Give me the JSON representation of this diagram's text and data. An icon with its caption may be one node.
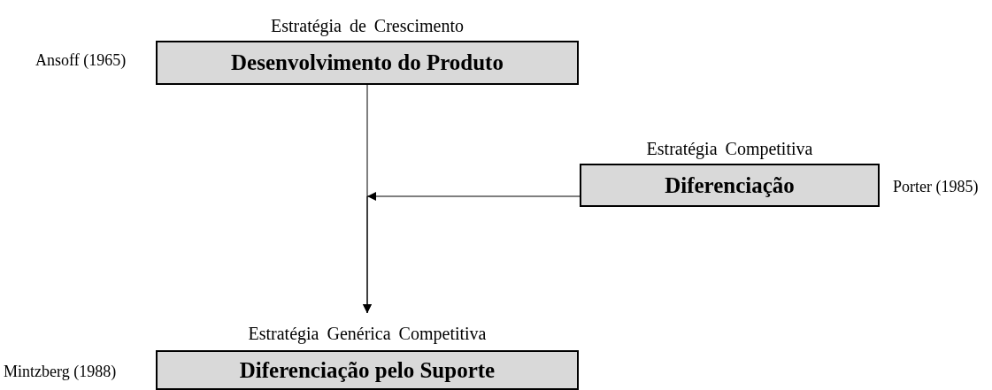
{
  "diagram": {
    "nodes": [
      {
        "text": [
          "Estratégia de Crescimento",
          "Desenvolvimento do Produto"
        ],
        "beside": [
          "Ansoff (1965)"
        ]
      },
      {
        "text": [
          "Estratégia Competitiva",
          "Diferenciação"
        ],
        "beside": [
          "Porter (1985)"
        ]
      },
      {
        "text": [
          "Estratégia Genérica Competitiva",
          "Diferenciação pelo Suporte"
        ],
        "beside": [
          "Mintzberg (1988)"
        ]
      }
    ],
    "edges": [
      {
        "from": 0,
        "to": 2,
        "arrow": "to"
      },
      {
        "from": 1,
        "to": 2,
        "arrow": "to"
      }
    ]
  }
}
